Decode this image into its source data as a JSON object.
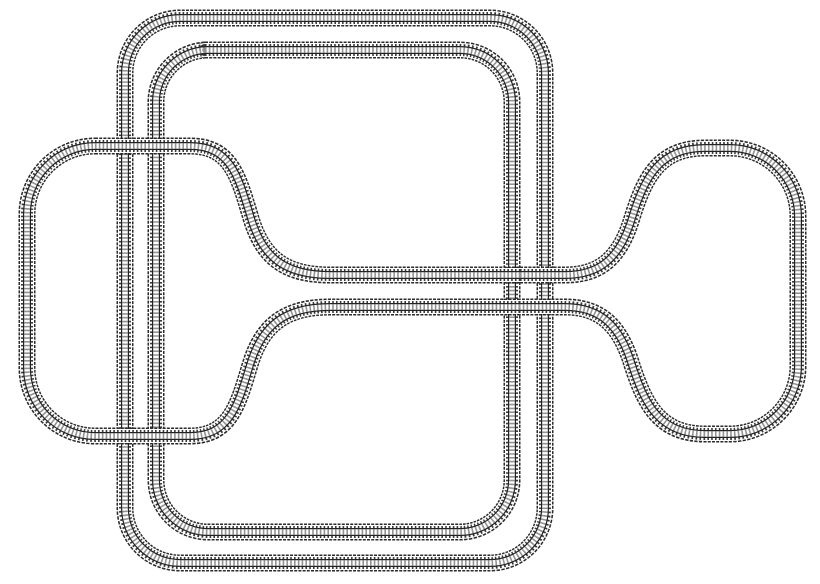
{
  "diagram": {
    "type": "train-track-layout",
    "colors": {
      "background": "#ffffff",
      "ballast_outline": "#2b2b2b",
      "ballast_fill": "#ffffff",
      "sleeper": "#3a3a3a",
      "rail": "#222222"
    },
    "tracks": [
      {
        "id": "outer-square-loop",
        "shape": "rounded-rectangle-loop"
      },
      {
        "id": "inner-square-loop",
        "shape": "rounded-rectangle-loop"
      },
      {
        "id": "left-oval-loop",
        "shape": "oval-loop"
      },
      {
        "id": "right-oval-loop",
        "shape": "oval-loop"
      }
    ],
    "connections": [
      {
        "from": "left-oval-loop",
        "to": "right-oval-loop",
        "via": "upper-s-curve-straight"
      },
      {
        "from": "left-oval-loop",
        "to": "right-oval-loop",
        "via": "lower-s-curve-straight"
      }
    ]
  }
}
